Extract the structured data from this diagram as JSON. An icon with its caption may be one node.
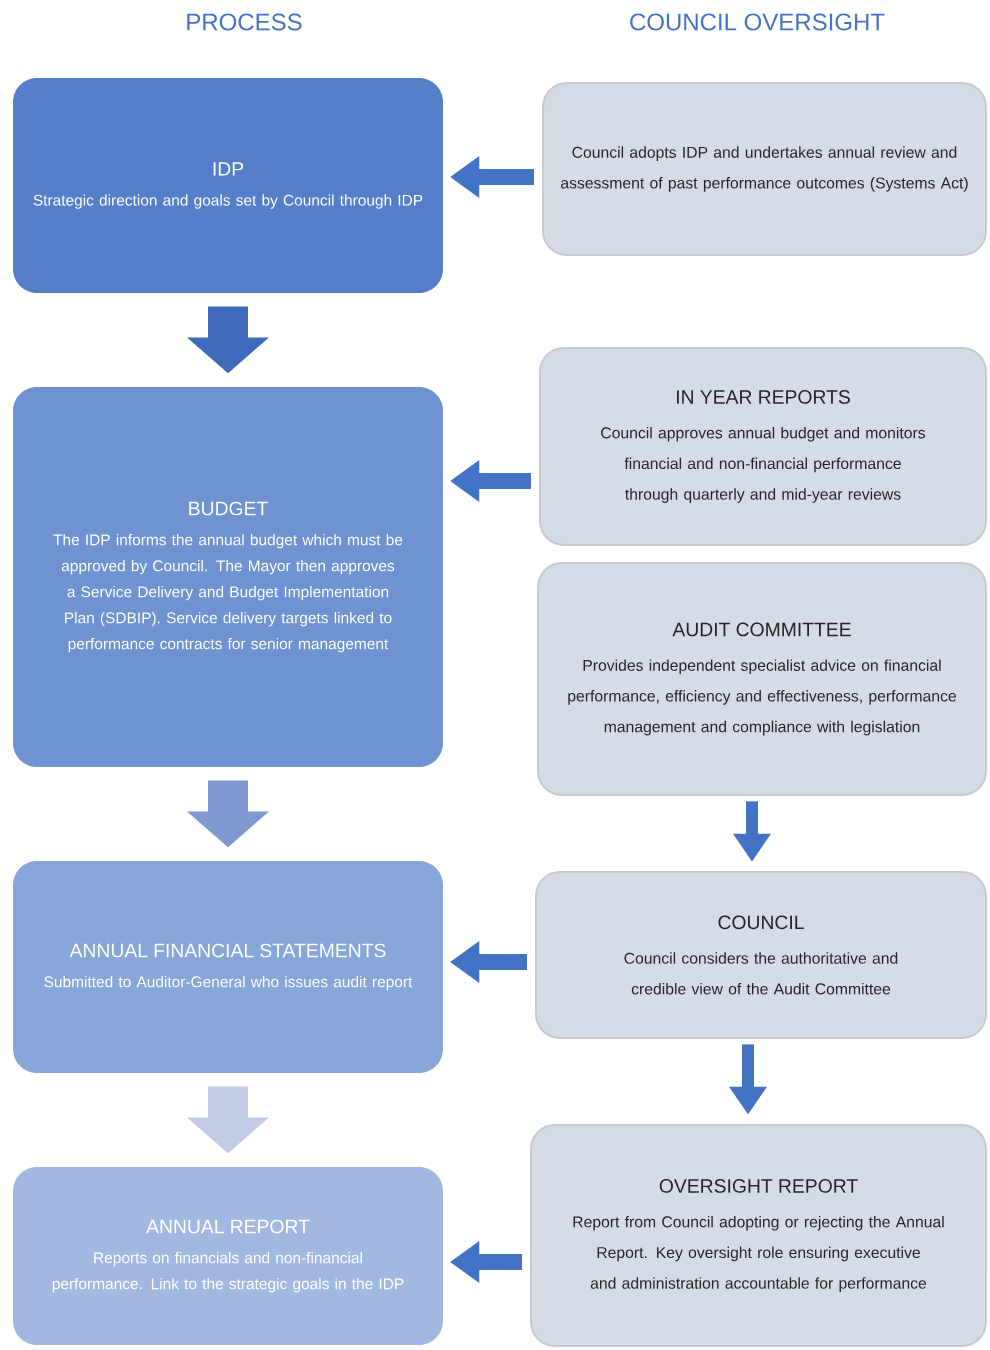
{
  "diagram": {
    "nodes": [
      {
        "text": [
          "IDP",
          "Strategic direction and goals set by Council through IDP"
        ]
      },
      {
        "text": [
          "Council adopts IDP and undertakes annual review and assessment of past performance outcomes (Systems Act)"
        ]
      },
      {
        "text": [
          "BUDGET",
          "The IDP informs the annual budget which must be approved by Council.  The Mayor then approves a Service Delivery and Budget Implementation Plan (SDBIP). Service delivery targets linked to performance contracts for senior management"
        ]
      },
      {
        "text": [
          "IN YEAR REPORTS",
          "Council approves annual budget and monitors financial and non-financial performance through quarterly and mid-year reviews"
        ]
      },
      {
        "text": [
          "AUDIT COMMITTEE",
          "Provides independent specialist advice on financial performance, efficiency and effectiveness, performance management and compliance with legislation"
        ]
      },
      {
        "text": [
          "ANNUAL FINANCIAL STATEMENTS",
          "Submitted to Auditor-General who issues audit report"
        ]
      },
      {
        "text": [
          "COUNCIL",
          "Council considers the authoritative and credible view of the Audit Committee"
        ]
      },
      {
        "text": [
          "ANNUAL REPORT",
          "Reports on financials and non-financial performance.  Link to the strategic goals in the IDP"
        ]
      },
      {
        "text": [
          "OVERSIGHT REPORT",
          "Report from Council adopting or rejecting the Annual Report.   Key oversight role ensuring executive and administration accountable for performance"
        ]
      }
    ],
    "edges": [
      {
        "from": 1,
        "to": 0,
        "arrow": "to"
      },
      {
        "from": 0,
        "to": 2,
        "arrow": "to",
        "style": "thick",
        "color": "#3f6bbd"
      },
      {
        "from": 3,
        "to": 2,
        "arrow": "to"
      },
      {
        "from": 2,
        "to": 5,
        "arrow": "to",
        "style": "thick",
        "color": "#8098cf"
      },
      {
        "from": 4,
        "to": 6,
        "arrow": "to"
      },
      {
        "from": 6,
        "to": 5,
        "arrow": "to"
      },
      {
        "from": 5,
        "to": 7,
        "arrow": "to",
        "style": "thick",
        "color": "#c2cce6"
      },
      {
        "from": 6,
        "to": 8,
        "arrow": "to"
      },
      {
        "from": 8,
        "to": 7,
        "arrow": "to"
      }
    ],
    "labels": [
      "PROCESS",
      "COUNCIL OVERSIGHT"
    ]
  }
}
